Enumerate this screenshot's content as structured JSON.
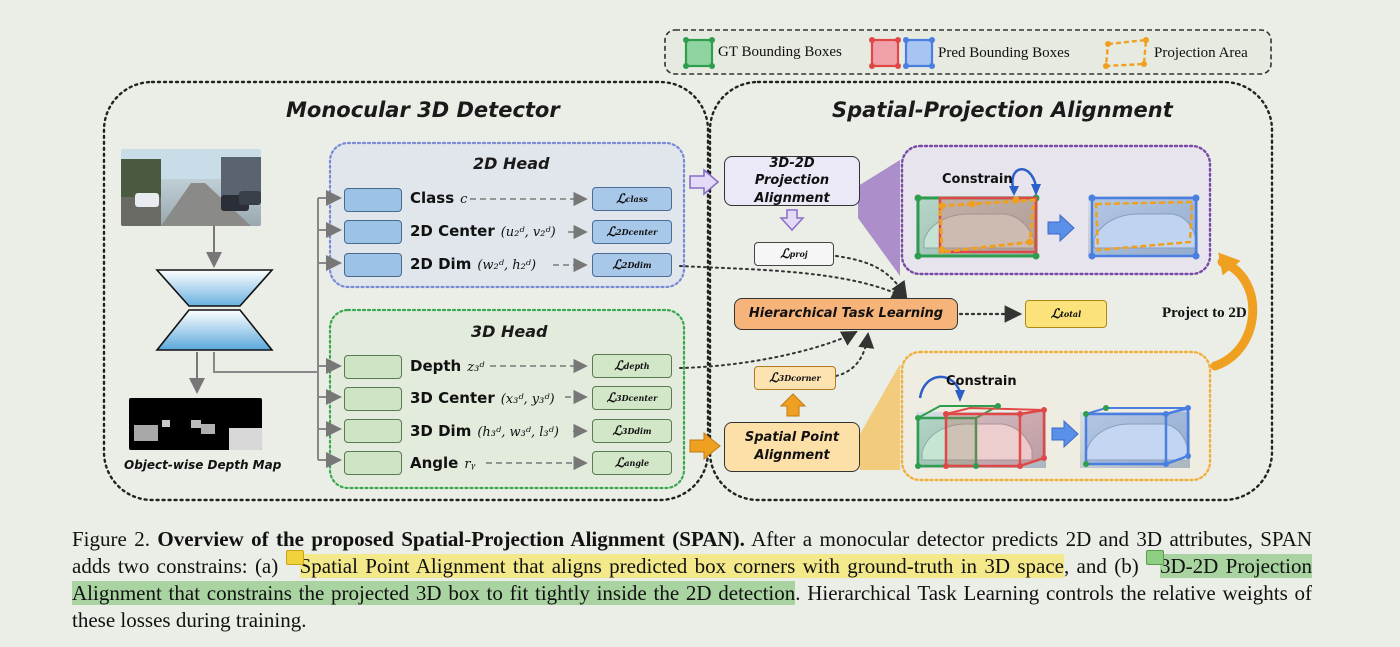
{
  "legend": {
    "gt_label": "GT Bounding Boxes",
    "pred_label": "Pred Bounding Boxes",
    "proj_label": "Projection Area"
  },
  "left_panel": {
    "title": "Monocular 3D Detector",
    "depth_map_label": "Object-wise Depth Map",
    "head2d": {
      "title": "2D Head",
      "rows": [
        {
          "label": "Class",
          "math": "c",
          "loss": "ℒ",
          "loss_sub": "class"
        },
        {
          "label": "2D Center",
          "math": "(u₂ᵈ, v₂ᵈ)",
          "loss": "ℒ",
          "loss_sub": "2Dcenter"
        },
        {
          "label": "2D Dim",
          "math": "(w₂ᵈ, h₂ᵈ)",
          "loss": "ℒ",
          "loss_sub": "2Ddim"
        }
      ]
    },
    "head3d": {
      "title": "3D Head",
      "rows": [
        {
          "label": "Depth",
          "math": "z₃ᵈ",
          "loss": "ℒ",
          "loss_sub": "depth"
        },
        {
          "label": "3D Center",
          "math": "(x₃ᵈ, y₃ᵈ)",
          "loss": "ℒ",
          "loss_sub": "3Dcenter"
        },
        {
          "label": "3D Dim",
          "math": "(h₃ᵈ, w₃ᵈ, l₃ᵈ)",
          "loss": "ℒ",
          "loss_sub": "3Ddim"
        },
        {
          "label": "Angle",
          "math": "rᵧ",
          "loss": "ℒ",
          "loss_sub": "angle"
        }
      ]
    }
  },
  "right_panel": {
    "title": "Spatial-Projection Alignment",
    "proj_align_label": "3D-2D Projection Alignment",
    "loss_proj": "ℒ",
    "loss_proj_sub": "proj",
    "htl_label": "Hierarchical Task Learning",
    "loss_total": "ℒ",
    "loss_total_sub": "total",
    "loss_3dcorner": "ℒ",
    "loss_3dcorner_sub": "3Dcorner",
    "spatial_align_label": "Spatial Point Alignment",
    "constrain_top": "Constrain",
    "constrain_bottom": "Constrain",
    "project_to_2d": "Project to 2D"
  },
  "caption": {
    "prefix": "Figure 2.",
    "bold_title": "Overview of the proposed Spatial-Projection Alignment (SPAN).",
    "text1": " After a monocular detector predicts 2D and 3D attributes, SPAN adds two constrains: (a) ",
    "hl1": "Spatial Point Alignment that aligns predicted box corners with ground-truth in 3D space",
    "text2": ", and (b) ",
    "hl2": "3D-2D Projection Alignment that constrains the projected 3D box to fit tightly inside the 2D detection",
    "text3": ". Hierarchical Task Learning controls the relative weights of these losses during training."
  },
  "colors": {
    "gt_green": "#2e9e4e",
    "pred_red": "#e04848",
    "pred_blue": "#4a7ee0",
    "proj_orange": "#f0a020",
    "purple_dotted": "#8a55b8",
    "blue_dotted": "#7a8ad8",
    "green_dotted": "#3aa850",
    "orange_dotted": "#f0b040"
  }
}
